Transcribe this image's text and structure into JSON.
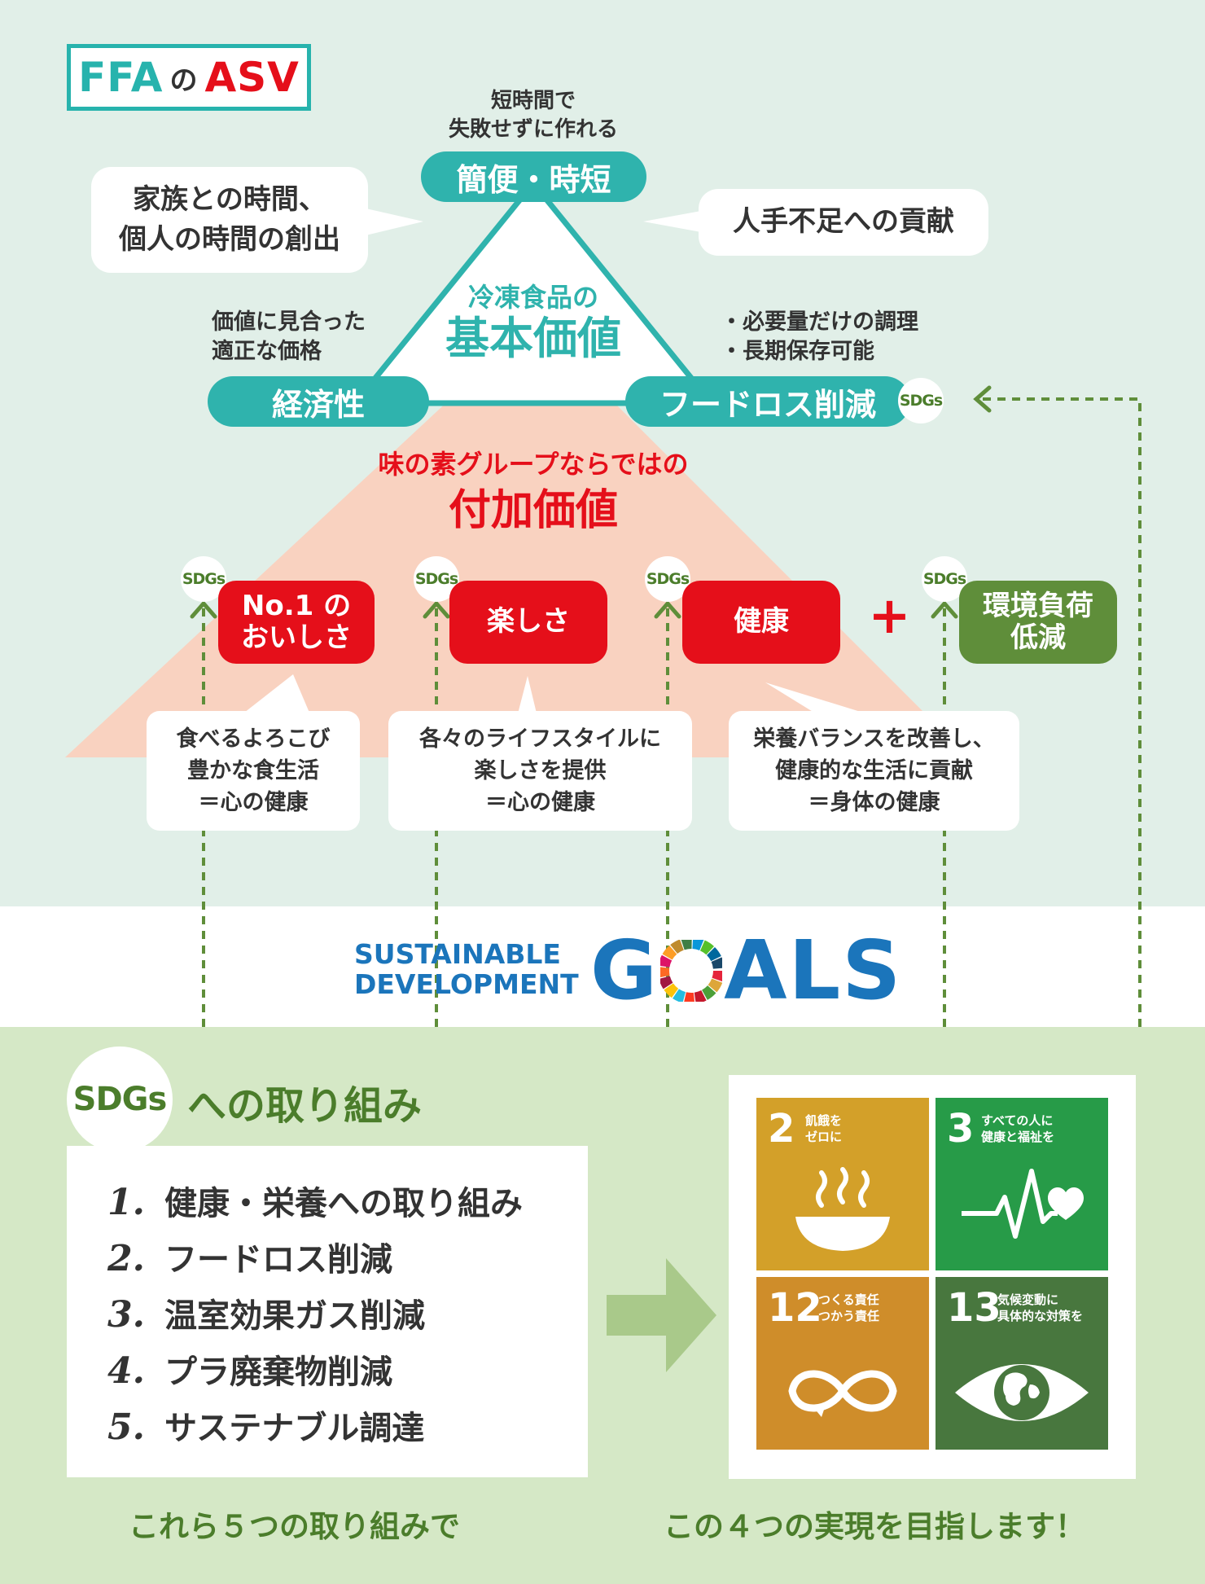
{
  "colors": {
    "teal": "#2fb3ad",
    "red": "#e50f1a",
    "green": "#5f8e3a",
    "salmon": "#f9d2c0",
    "sdg_blue": "#1b75bb"
  },
  "title": {
    "part1": "FFA",
    "part2": "の",
    "part3": "ASV"
  },
  "top_note": {
    "line1": "短時間で",
    "line2": "失敗せずに作れる"
  },
  "pills": {
    "top": "簡便・時短",
    "left": "経済性",
    "right": "フードロス削減"
  },
  "bubbles": {
    "left": {
      "line1": "家族との時間、",
      "line2": "個人の時間の創出"
    },
    "right": "人手不足への貢献"
  },
  "left_note": {
    "line1": "価値に見合った",
    "line2": "適正な価格"
  },
  "right_note": {
    "line1": "・必要量だけの調理",
    "line2": "・長期保存可能"
  },
  "triangle": {
    "line1": "冷凍食品の",
    "line2": "基本価値"
  },
  "added_value": {
    "line1": "味の素グループならではの",
    "line2": "付加価値"
  },
  "sdg_badge": "SDGs",
  "value_boxes": [
    {
      "line1": "No.1 の",
      "line2": "おいしさ"
    },
    {
      "line1": "楽しさ",
      "line2": ""
    },
    {
      "line1": "健康",
      "line2": ""
    }
  ],
  "plus_sign": "+",
  "env_box": {
    "line1": "環境負荷",
    "line2": "低減"
  },
  "desc_bubbles": [
    {
      "line1": "食べるよろこび",
      "line2": "豊かな食生活",
      "line3": "＝心の健康"
    },
    {
      "line1": "各々のライフスタイルに",
      "line2": "楽しさを提供",
      "line3": "＝心の健康"
    },
    {
      "line1": "栄養バランスを改善し、",
      "line2": "健康的な生活に貢献",
      "line3": "＝身体の健康"
    }
  ],
  "goals_logo": {
    "line1": "SUSTAINABLE",
    "line2": "DEVELOPMENT",
    "word_start": "G",
    "word_end": "ALS"
  },
  "sdg_section": {
    "badge": "SDGs",
    "heading": "への取り組み"
  },
  "initiatives": [
    {
      "num": "1.",
      "text": "健康・栄養への取り組み"
    },
    {
      "num": "2.",
      "text": "フードロス削減"
    },
    {
      "num": "3.",
      "text": "温室効果ガス削減"
    },
    {
      "num": "4.",
      "text": "プラ廃棄物削減"
    },
    {
      "num": "5.",
      "text": "サステナブル調達"
    }
  ],
  "sdg_tiles": [
    {
      "number": "2",
      "line1": "飢餓を",
      "line2": "ゼロに",
      "color": "#d3a029",
      "icon": "bowl-icon"
    },
    {
      "number": "3",
      "line1": "すべての人に",
      "line2": "健康と福祉を",
      "color": "#279b48",
      "icon": "heartbeat-icon"
    },
    {
      "number": "12",
      "line1": "つくる責任",
      "line2": "つかう責任",
      "color": "#cf8d2a",
      "icon": "infinity-icon"
    },
    {
      "number": "13",
      "line1": "気候変動に",
      "line2": "具体的な対策を",
      "color": "#48773e",
      "icon": "eye-globe-icon"
    }
  ],
  "footer": {
    "left": "これら５つの取り組みで",
    "right": "この４つの実現を目指します！"
  }
}
